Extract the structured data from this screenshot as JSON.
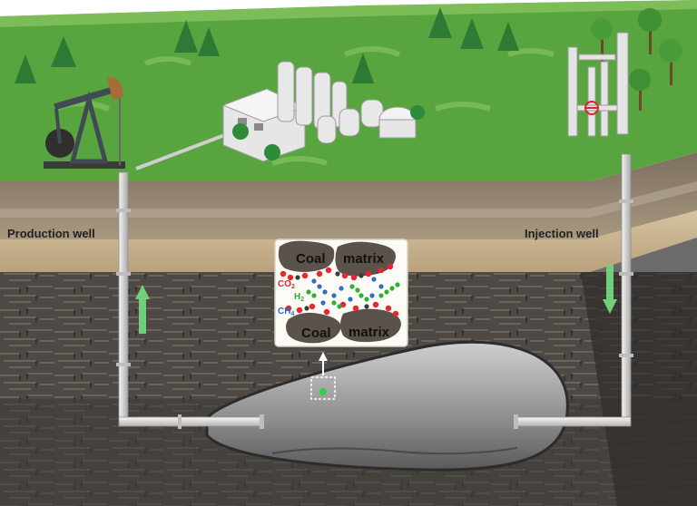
{
  "labels": {
    "production_well": "Production well",
    "injection_well": "Injection well"
  },
  "inset": {
    "coal_top_left": "Coal",
    "coal_top_right": "matrix",
    "coal_bottom_left": "Coal",
    "coal_bottom_right": "matrix",
    "co2": "CO",
    "co2_sub": "2",
    "h2": "H",
    "h2_sub": "2",
    "ch4": "CH",
    "ch4_sub": "4"
  },
  "colors": {
    "sky": "#ffffff",
    "grass": "#5aa63f",
    "grass_light": "#74bb4e",
    "soil_band": "#9a8a72",
    "tan_band": "#c9b48f",
    "rock": "#4d4843",
    "pipe": "#d9d9d9",
    "arrow_green": "#6fcf7a",
    "co2_red": "#e8262b",
    "h2_green": "#2fb12f",
    "ch4_blue": "#2f6fbd"
  },
  "icons": {
    "pump_jack": "pump-jack-icon",
    "plant": "gasification-plant-icon",
    "injection_rig": "injection-rig-icon",
    "trees": "pine-tree-icon",
    "flow_up": "arrow-up-icon",
    "flow_down": "arrow-down-icon"
  }
}
